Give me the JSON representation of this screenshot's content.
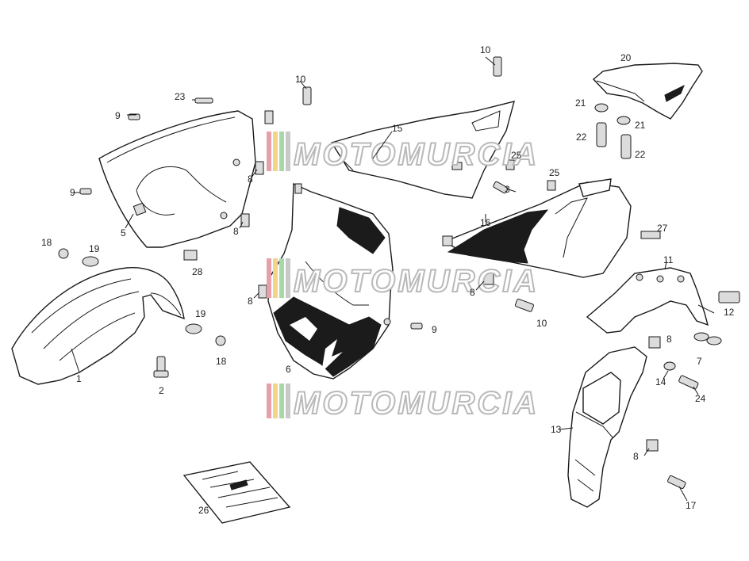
{
  "watermark": {
    "text": "MOTOMURCIA",
    "stripe_colors": [
      "#e8a0a8",
      "#f2d48a",
      "#a8d8a8",
      "#c9c9c9"
    ]
  },
  "callouts": [
    {
      "id": "c1",
      "text": "1"
    },
    {
      "id": "c2",
      "text": "2"
    },
    {
      "id": "c3",
      "text": "3"
    },
    {
      "id": "c5",
      "text": "5"
    },
    {
      "id": "c6",
      "text": "6"
    },
    {
      "id": "c7",
      "text": "7"
    },
    {
      "id": "c8a",
      "text": "8"
    },
    {
      "id": "c8b",
      "text": "8"
    },
    {
      "id": "c8c",
      "text": "8"
    },
    {
      "id": "c8d",
      "text": "8"
    },
    {
      "id": "c8e",
      "text": "8"
    },
    {
      "id": "c8f",
      "text": "8"
    },
    {
      "id": "c9a",
      "text": "9"
    },
    {
      "id": "c9b",
      "text": "9"
    },
    {
      "id": "c9c",
      "text": "9"
    },
    {
      "id": "c10a",
      "text": "10"
    },
    {
      "id": "c10b",
      "text": "10"
    },
    {
      "id": "c10c",
      "text": "10"
    },
    {
      "id": "c11",
      "text": "11"
    },
    {
      "id": "c12",
      "text": "12"
    },
    {
      "id": "c13",
      "text": "13"
    },
    {
      "id": "c14",
      "text": "14"
    },
    {
      "id": "c15",
      "text": "15"
    },
    {
      "id": "c16",
      "text": "16"
    },
    {
      "id": "c17",
      "text": "17"
    },
    {
      "id": "c18a",
      "text": "18"
    },
    {
      "id": "c18b",
      "text": "18"
    },
    {
      "id": "c19a",
      "text": "19"
    },
    {
      "id": "c19b",
      "text": "19"
    },
    {
      "id": "c20",
      "text": "20"
    },
    {
      "id": "c21a",
      "text": "21"
    },
    {
      "id": "c21b",
      "text": "21"
    },
    {
      "id": "c22a",
      "text": "22"
    },
    {
      "id": "c22b",
      "text": "22"
    },
    {
      "id": "c23",
      "text": "23"
    },
    {
      "id": "c24",
      "text": "24"
    },
    {
      "id": "c25a",
      "text": "25"
    },
    {
      "id": "c25b",
      "text": "25"
    },
    {
      "id": "c26",
      "text": "26"
    },
    {
      "id": "c27",
      "text": "27"
    },
    {
      "id": "c28",
      "text": "28"
    }
  ]
}
